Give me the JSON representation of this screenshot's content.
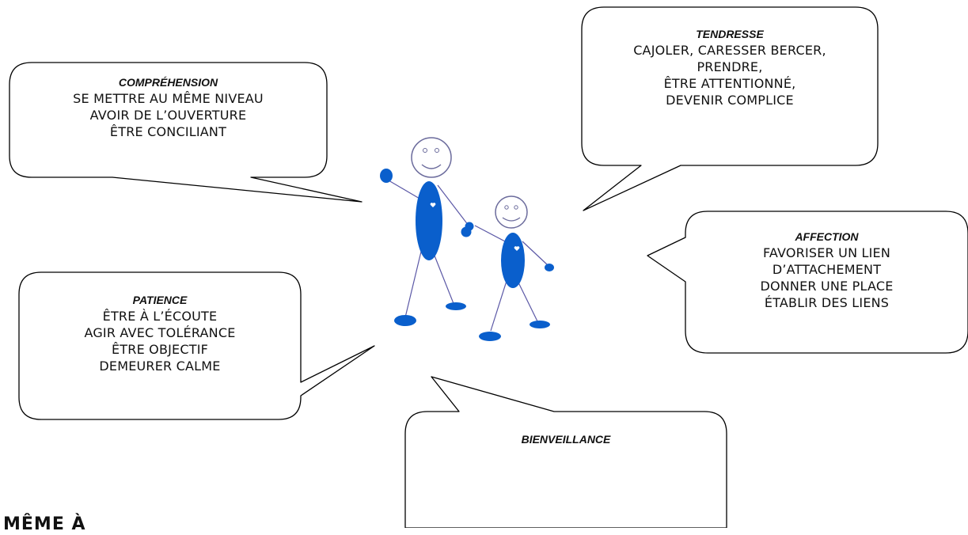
{
  "colors": {
    "figure_fill": "#0a5fcc",
    "figure_stroke": "#5b58a6",
    "head_stroke": "#6b6b9c",
    "bubble_stroke": "#000000"
  },
  "bubbles": {
    "comprehension": {
      "title": "COMPRÉHENSION",
      "lines": [
        "SE METTRE AU MÊME NIVEAU",
        "AVOIR DE L’OUVERTURE",
        "ÊTRE CONCILIANT"
      ]
    },
    "tendresse": {
      "title": "TENDRESSE",
      "lines": [
        "CAJOLER, CARESSER BERCER,",
        "PRENDRE,",
        "ÊTRE ATTENTIONNÉ,",
        "DEVENIR COMPLICE"
      ]
    },
    "affection": {
      "title": "AFFECTION",
      "lines": [
        "FAVORISER UN LIEN",
        "D’ATTACHEMENT",
        "DONNER UNE PLACE",
        "ÉTABLIR DES LIENS"
      ]
    },
    "patience": {
      "title": "PATIENCE",
      "lines": [
        "ÊTRE À L’ÉCOUTE",
        "AGIR AVEC TOLÉRANCE",
        "ÊTRE OBJECTIF",
        "DEMEURER CALME"
      ]
    },
    "bienveillance": {
      "title": "BIENVEILLANCE",
      "lines": []
    }
  },
  "heading_partial": "MÊME À"
}
